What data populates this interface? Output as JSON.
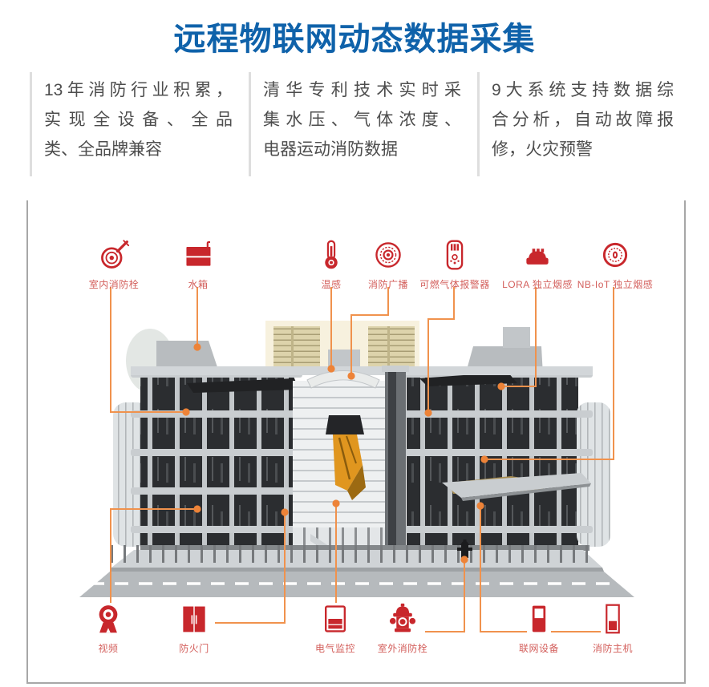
{
  "title": "远程物联网动态数据采集",
  "features": [
    {
      "lines": [
        "13年消防行业积累，",
        "实现全设备、全品",
        "类、全品牌兼容"
      ]
    },
    {
      "lines": [
        "清华专利技术实时采",
        "集水压、气体浓度、",
        "电器运动消防数据"
      ]
    },
    {
      "lines": [
        "9大系统支持数据综",
        "合分析，自动故障报",
        "修，火灾预警"
      ]
    }
  ],
  "legend": {
    "top": [
      {
        "label": "室内消防栓",
        "icon": "fire-hose-reel-icon"
      },
      {
        "label": "水箱",
        "icon": "water-tank-icon"
      },
      {
        "label": "温感",
        "icon": "thermometer-icon"
      },
      {
        "label": "消防广播",
        "icon": "fire-broadcast-icon"
      },
      {
        "label": "可燃气体报警器",
        "icon": "gas-alarm-icon"
      },
      {
        "label": "LORA 独立烟感",
        "icon": "lora-smoke-detector-icon"
      },
      {
        "label": "NB-IoT 独立烟感",
        "icon": "nbiot-smoke-detector-icon"
      }
    ],
    "bottom": [
      {
        "label": "视频",
        "icon": "camera-icon"
      },
      {
        "label": "防火门",
        "icon": "fire-door-icon"
      },
      {
        "label": "电气监控",
        "icon": "electric-monitor-icon"
      },
      {
        "label": "室外消防栓",
        "icon": "outdoor-hydrant-icon"
      },
      {
        "label": "联网设备",
        "icon": "network-device-icon"
      },
      {
        "label": "消防主机",
        "icon": "fire-control-host-icon"
      }
    ]
  },
  "colors": {
    "title_blue": "#0f62aa",
    "text_gray": "#4d4d4d",
    "divider_gray": "#dedede",
    "box_border_gray": "#a7a7a7",
    "icon_red": "#c8272c",
    "label_red": "#d35f5c",
    "leader_line_orange": "#f0924d",
    "leader_dot_orange": "#ed8338"
  }
}
